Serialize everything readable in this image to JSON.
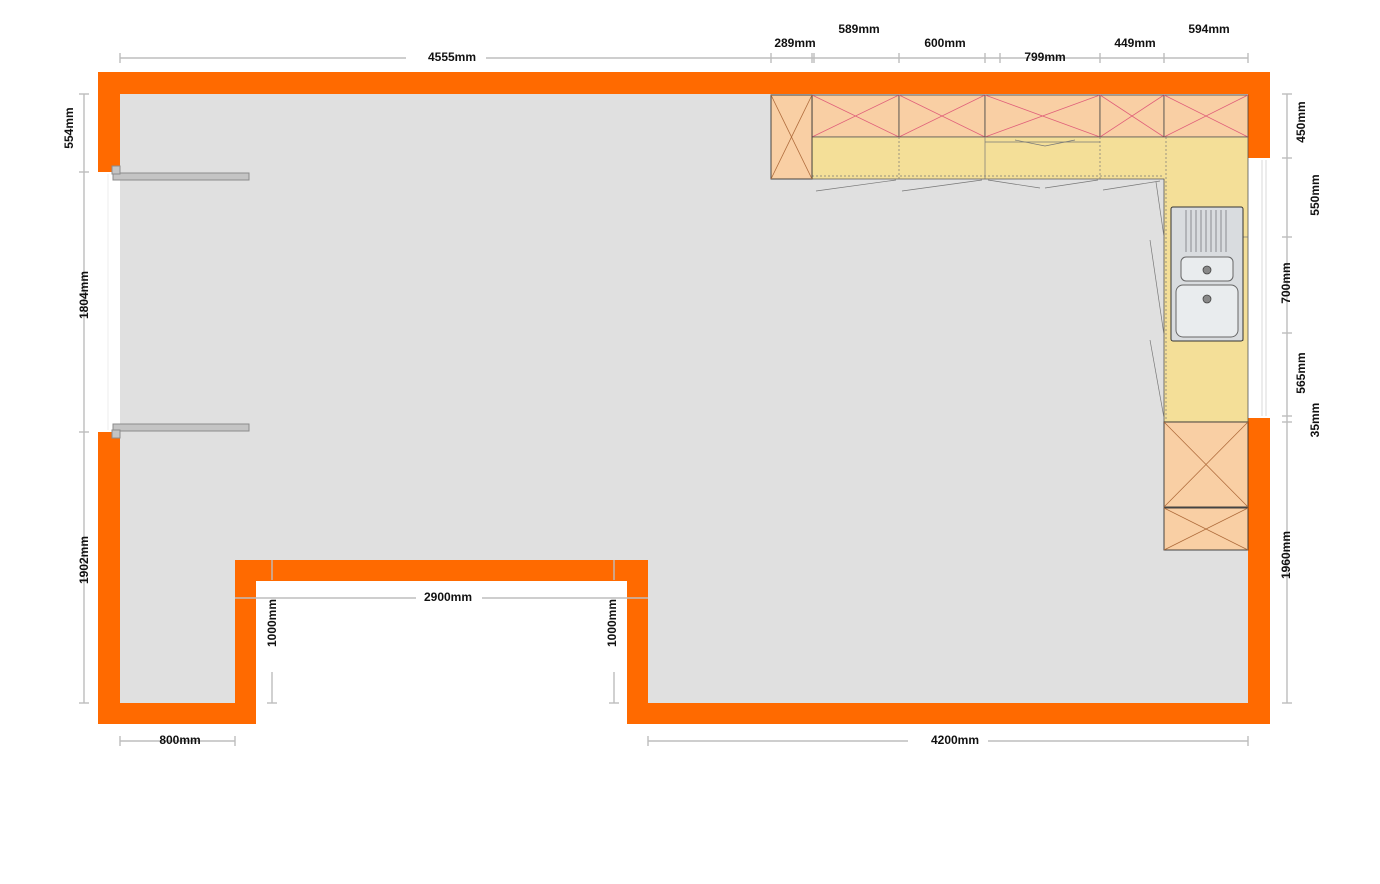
{
  "colors": {
    "wall": "#ff6a00",
    "floor": "#e0e0e0",
    "wall_cabinet": "#f9cfa4",
    "cabinet_cross": "#e0607a",
    "worktop": "#f4df98",
    "dimension_line": "#bdbdbd",
    "door_panel": "#c4c4c4"
  },
  "dimensions": {
    "top_overall": "4555mm",
    "top_289": "289mm",
    "top_589": "589mm",
    "top_600": "600mm",
    "top_799": "799mm",
    "top_449": "449mm",
    "top_594": "594mm",
    "left_554": "554mm",
    "left_1804": "1804mm",
    "left_1902": "1902mm",
    "right_450": "450mm",
    "right_550": "550mm",
    "right_700": "700mm",
    "right_565": "565mm",
    "right_35": "35mm",
    "right_1960": "1960mm",
    "bottom_800": "800mm",
    "bottom_4200": "4200mm",
    "notch_width": "2900mm",
    "notch_left_depth": "1000mm",
    "notch_right_depth": "1000mm"
  },
  "icons": {
    "sink": "double-sink-with-drainer-icon",
    "door": "double-door-icon"
  }
}
